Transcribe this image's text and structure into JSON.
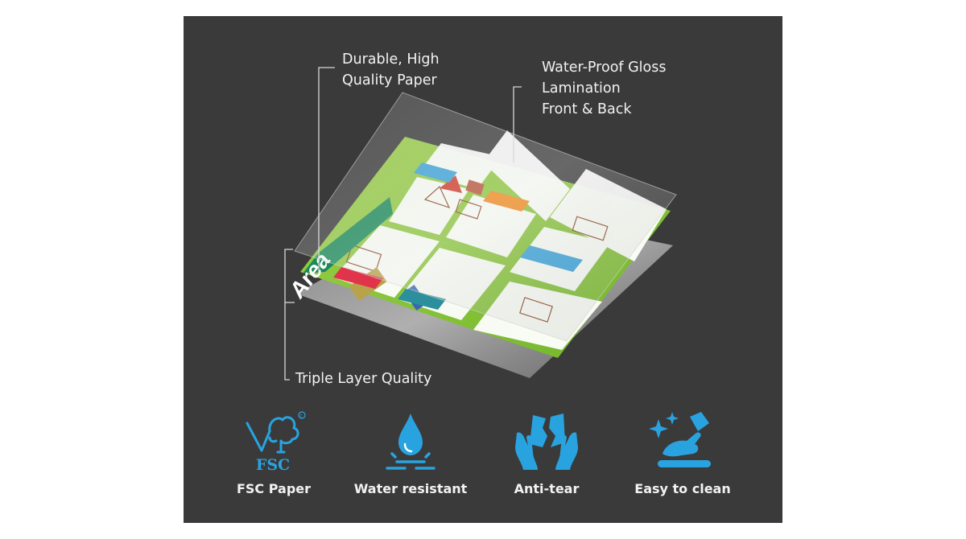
{
  "callouts": {
    "paper": "Durable, High\nQuality Paper",
    "lamination": "Water-Proof Gloss\nLamination\nFront & Back",
    "layer": "Triple Layer Quality"
  },
  "poster": {
    "title": "Area"
  },
  "features": [
    {
      "label": "FSC Paper",
      "icon": "fsc-tree-icon"
    },
    {
      "label": "Water resistant",
      "icon": "water-drop-icon"
    },
    {
      "label": "Anti-tear",
      "icon": "torn-paper-hands-icon"
    },
    {
      "label": "Easy to clean",
      "icon": "wipe-clean-icon"
    }
  ],
  "fsc_logo_text": "FSC",
  "colors": {
    "background": "#3a3a3a",
    "accent_blue": "#29a3e0",
    "poster_green": "#8cc63f",
    "text": "#f2f2f2"
  }
}
